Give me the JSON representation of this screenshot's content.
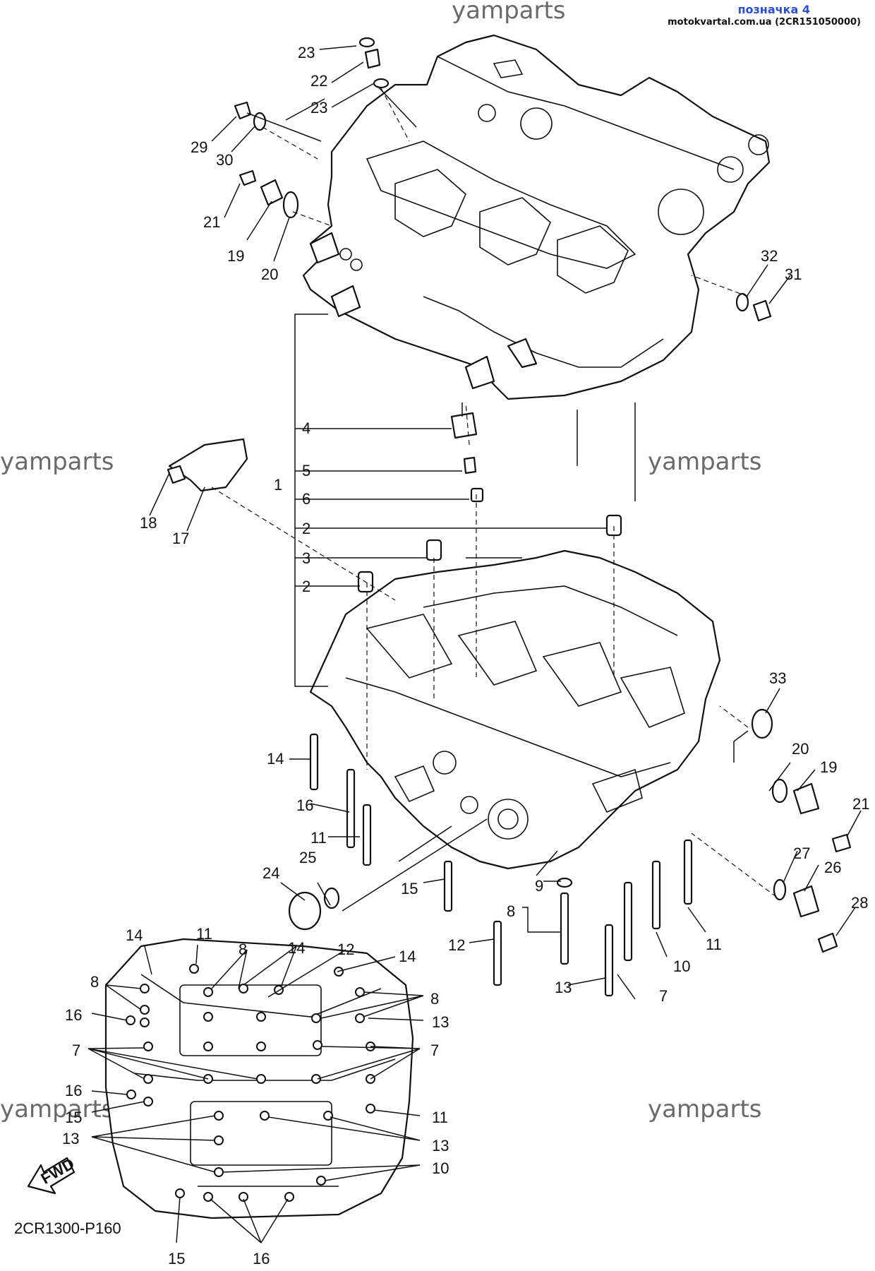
{
  "header": {
    "title": "позначка 4",
    "subtitle": "motokvartal.com.ua (2CR151050000)"
  },
  "watermarks": [
    "yamparts",
    "yamparts",
    "yamparts",
    "yamparts",
    "yamparts",
    "yamparts"
  ],
  "diagram_code": "2CR1300-P160",
  "fwd_label": "FWD",
  "callouts": {
    "c23a": "23",
    "c22": "22",
    "c23b": "23",
    "c29": "29",
    "c30": "30",
    "c21a": "21",
    "c19a": "19",
    "c20a": "20",
    "c32": "32",
    "c31": "31",
    "c4": "4",
    "c5": "5",
    "c1": "1",
    "c6": "6",
    "c2a": "2",
    "c3": "3",
    "c2b": "2",
    "c18": "18",
    "c17": "17",
    "c33": "33",
    "c14a": "14",
    "c16a": "16",
    "c11a": "11",
    "c24": "24",
    "c25": "25",
    "c15a": "15",
    "c9": "9",
    "c8a": "8",
    "c12a": "12",
    "c13a": "13",
    "c7a": "7",
    "c10a": "10",
    "c11b": "11",
    "c20b": "20",
    "c19b": "19",
    "c21b": "21",
    "c27": "27",
    "c26": "26",
    "c28": "28",
    "m14a": "14",
    "m11": "11",
    "m8a": "8",
    "m14b": "14",
    "m12": "12",
    "m14c": "14",
    "m8b": "8",
    "m8c": "8",
    "m16a": "16",
    "m13a": "13",
    "m7a": "7",
    "m7b": "7",
    "m16b": "16",
    "m15a": "15",
    "m11b": "11",
    "m13b": "13",
    "m13c": "13",
    "m10": "10",
    "m15b": "15",
    "m16c": "16"
  },
  "colors": {
    "header_title": "#2a4fd6",
    "line": "#111111",
    "watermark": "#6a6a6a"
  }
}
